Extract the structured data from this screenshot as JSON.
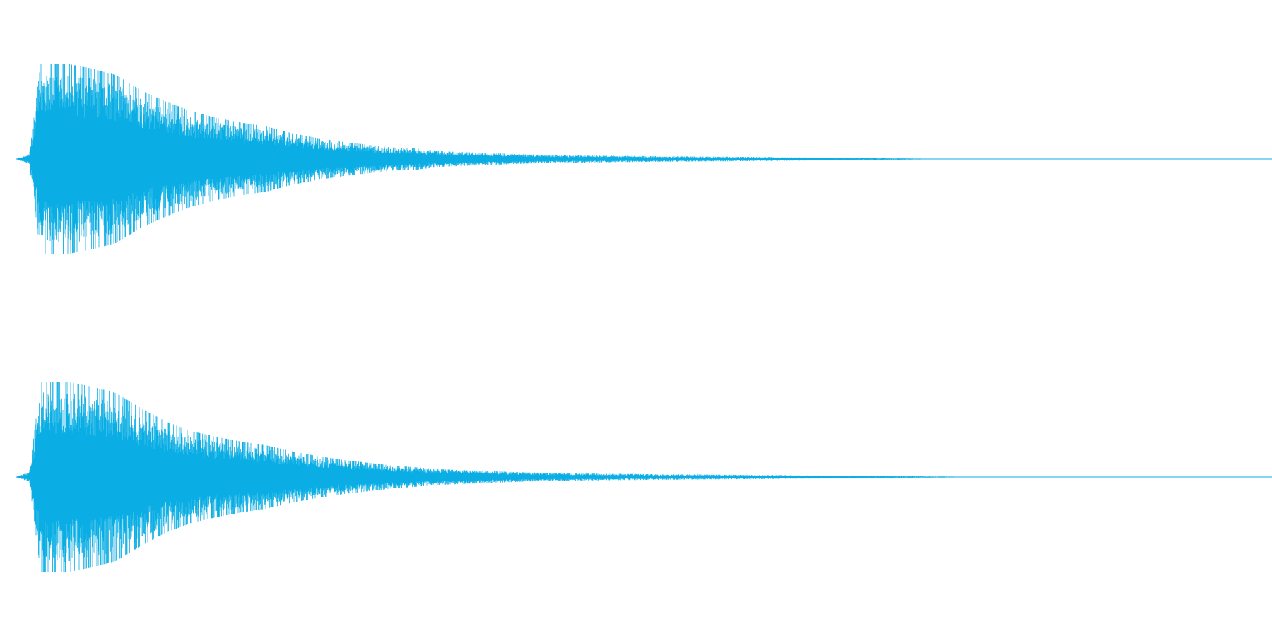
{
  "chart_data": {
    "type": "area",
    "description_visible_text": "",
    "waveform_color": "#0aaee4",
    "time_range": [
      0,
      1
    ],
    "amplitude_range": [
      -1,
      1
    ],
    "channels": [
      {
        "name": "",
        "onset": 0.011,
        "end": 0.75,
        "envelope": {
          "t": [
            0.0,
            0.011,
            0.02,
            0.04,
            0.06,
            0.08,
            0.1,
            0.12,
            0.14,
            0.16,
            0.18,
            0.2,
            0.22,
            0.24,
            0.26,
            0.28,
            0.3,
            0.32,
            0.34,
            0.36,
            0.38,
            0.4,
            0.43,
            0.46,
            0.5,
            0.55,
            0.6,
            0.65,
            0.7,
            0.75,
            1.0
          ],
          "amp": [
            0.0,
            0.05,
            1.0,
            1.0,
            0.95,
            0.88,
            0.72,
            0.6,
            0.5,
            0.43,
            0.38,
            0.34,
            0.27,
            0.22,
            0.18,
            0.15,
            0.12,
            0.11,
            0.08,
            0.07,
            0.06,
            0.05,
            0.04,
            0.035,
            0.03,
            0.025,
            0.02,
            0.012,
            0.008,
            0.0,
            0.0
          ]
        }
      },
      {
        "name": "",
        "onset": 0.011,
        "end": 0.78,
        "envelope": {
          "t": [
            0.0,
            0.011,
            0.02,
            0.04,
            0.06,
            0.08,
            0.1,
            0.12,
            0.14,
            0.16,
            0.18,
            0.2,
            0.22,
            0.24,
            0.26,
            0.28,
            0.3,
            0.32,
            0.34,
            0.36,
            0.38,
            0.4,
            0.43,
            0.46,
            0.5,
            0.55,
            0.6,
            0.65,
            0.7,
            0.78,
            1.0
          ],
          "amp": [
            0.0,
            0.05,
            1.0,
            1.0,
            0.95,
            0.88,
            0.72,
            0.58,
            0.48,
            0.42,
            0.37,
            0.33,
            0.27,
            0.22,
            0.18,
            0.15,
            0.12,
            0.1,
            0.08,
            0.07,
            0.06,
            0.05,
            0.04,
            0.035,
            0.03,
            0.025,
            0.02,
            0.014,
            0.01,
            0.0,
            0.0
          ]
        }
      }
    ]
  }
}
